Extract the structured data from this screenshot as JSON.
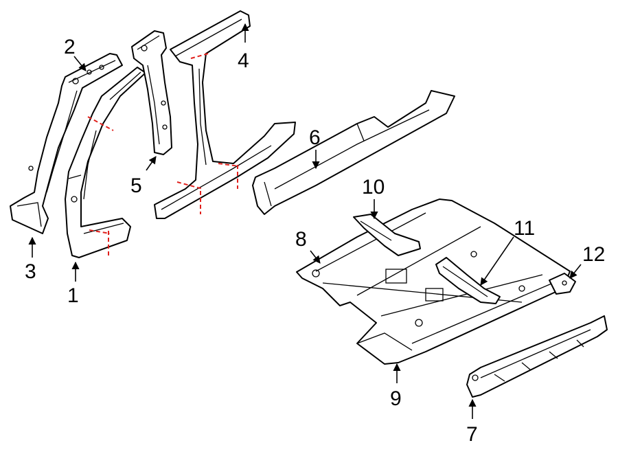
{
  "diagram": {
    "colors": {
      "line": "#000000",
      "cut_line": "#e0201c",
      "background": "#ffffff"
    },
    "callouts": [
      {
        "id": "c1",
        "label": "1"
      },
      {
        "id": "c2",
        "label": "2"
      },
      {
        "id": "c3",
        "label": "3"
      },
      {
        "id": "c4",
        "label": "4"
      },
      {
        "id": "c5",
        "label": "5"
      },
      {
        "id": "c6",
        "label": "6"
      },
      {
        "id": "c7",
        "label": "7"
      },
      {
        "id": "c8",
        "label": "8"
      },
      {
        "id": "c9",
        "label": "9"
      },
      {
        "id": "c10",
        "label": "10"
      },
      {
        "id": "c11",
        "label": "11"
      },
      {
        "id": "c12",
        "label": "12"
      }
    ]
  }
}
